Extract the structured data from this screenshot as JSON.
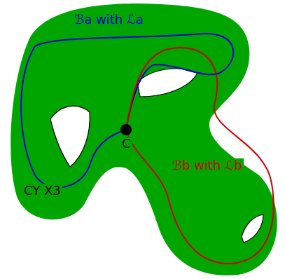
{
  "diagram": {
    "labels": [
      "ℬa with ℒa",
      "C",
      "ℬb with ℒb",
      "CY X3"
    ]
  }
}
